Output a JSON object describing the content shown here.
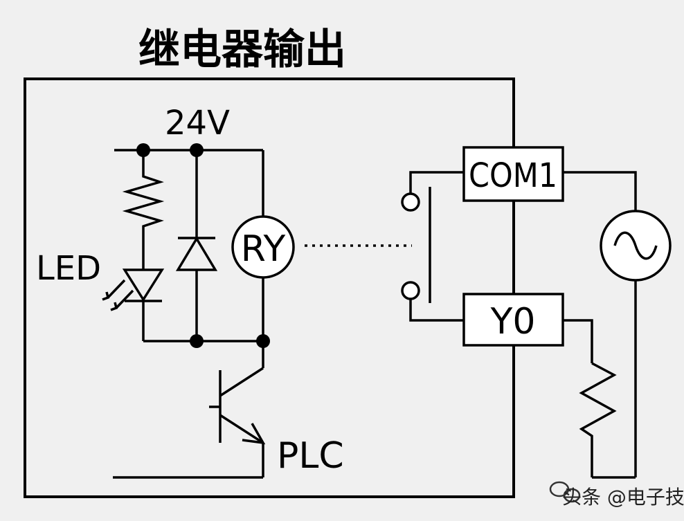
{
  "diagram": {
    "title": "继电器输出",
    "voltage_label": "24V",
    "led_label": "LED",
    "relay_label": "RY",
    "terminal_com": "COM1",
    "terminal_y0": "Y0",
    "plc_label": "PLC",
    "watermark": "头条 @电子技术控"
  },
  "colors": {
    "background": "#f0f0f0",
    "stroke": "#000000",
    "box_fill": "#ffffff"
  },
  "icons": [
    "resistor-icon",
    "led-icon",
    "diode-icon",
    "relay-coil-icon",
    "transistor-icon",
    "relay-contact-icon",
    "ac-source-icon",
    "load-resistor-icon",
    "watermark-logo-icon"
  ]
}
